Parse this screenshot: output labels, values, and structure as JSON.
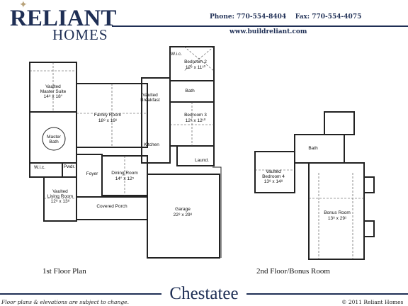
{
  "brand": {
    "name": "RELIANT",
    "sub": "HOMES"
  },
  "contact": {
    "phone_label": "Phone:",
    "phone": "770-554-8404",
    "fax_label": "Fax:",
    "fax": "770-554-4075",
    "website": "www.buildreliant.com"
  },
  "plan": {
    "name": "Chestatee",
    "first_floor_label": "1st Floor Plan",
    "second_floor_label": "2nd Floor/Bonus Room"
  },
  "rooms_first_floor": {
    "master_suite": {
      "name": "Vaulted Master Suite",
      "line1": "Vaulted",
      "line2": "Master Suite",
      "size": "14⁸ x 18°"
    },
    "master_bath": {
      "line1": "Master",
      "line2": "Bath"
    },
    "wic": "W.i.c.",
    "pwdr": "Pwdr.",
    "living": {
      "line1": "Vaulted",
      "line2": "Living Room",
      "size": "12⁸ x 13⁸"
    },
    "foyer": "Foyer",
    "family": {
      "name": "Family Room",
      "size": "18⁸ x 19¹"
    },
    "vaulted_breakfast": {
      "line1": "Vaulted",
      "line2": "Breakfast"
    },
    "kitchen": "Kitchen",
    "dining": {
      "name": "Dining Room",
      "size": "14° x 12⁵"
    },
    "covered_porch": "Covered Porch",
    "garage": {
      "name": "Garage",
      "size": "22⁸ x 29⁸"
    },
    "laund": "Laund.",
    "bedroom2": {
      "name": "Bedroom 2",
      "size": "12⁸ x 11¹⁰"
    },
    "bedroom3": {
      "name": "Bedroom 3",
      "size": "12⁸ x 12¹⁰"
    },
    "bath": "Bath",
    "wic_bed2": "W.i.c."
  },
  "rooms_second_floor": {
    "bedroom4": {
      "line1": "Vaulted",
      "line2": "Bedroom 4",
      "size": "13⁸ x 14⁸"
    },
    "bath": "Bath",
    "bonus": {
      "name": "Bonus Room",
      "size": "13⁸ x 29¹"
    }
  },
  "footer": {
    "disclaimer": "Floor plans & elevations are subject to change.",
    "copyright": "© 2011 Reliant Homes"
  }
}
